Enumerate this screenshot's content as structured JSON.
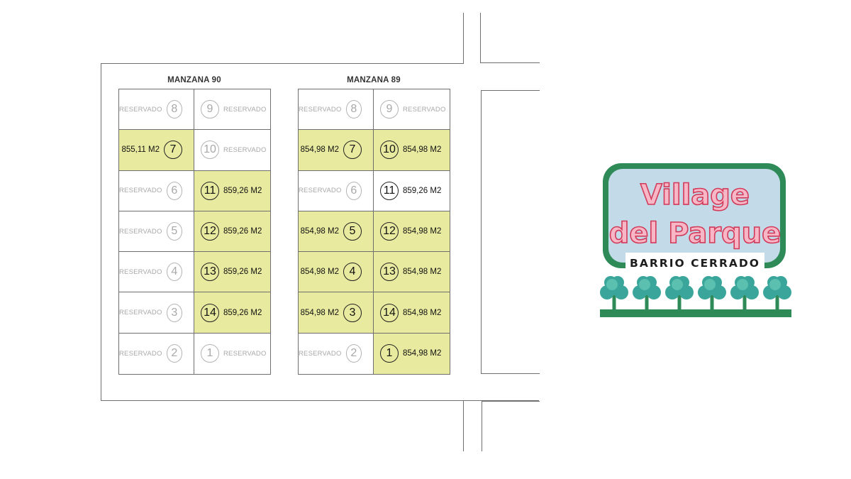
{
  "blocks": [
    {
      "title": "MANZANA 90",
      "rows": [
        [
          {
            "num": "8",
            "label": "RESERVADO",
            "status": "res"
          },
          {
            "num": "9",
            "label": "RESERVADO",
            "status": "res"
          }
        ],
        [
          {
            "num": "7",
            "label": "855,11 M2",
            "status": "avail"
          },
          {
            "num": "10",
            "label": "RESERVADO",
            "status": "res"
          }
        ],
        [
          {
            "num": "6",
            "label": "RESERVADO",
            "status": "res"
          },
          {
            "num": "11",
            "label": "859,26 M2",
            "status": "avail"
          }
        ],
        [
          {
            "num": "5",
            "label": "RESERVADO",
            "status": "res"
          },
          {
            "num": "12",
            "label": "859,26 M2",
            "status": "avail"
          }
        ],
        [
          {
            "num": "4",
            "label": "RESERVADO",
            "status": "res"
          },
          {
            "num": "13",
            "label": "859,26 M2",
            "status": "avail"
          }
        ],
        [
          {
            "num": "3",
            "label": "RESERVADO",
            "status": "res"
          },
          {
            "num": "14",
            "label": "859,26 M2",
            "status": "avail"
          }
        ],
        [
          {
            "num": "2",
            "label": "RESERVADO",
            "status": "res"
          },
          {
            "num": "1",
            "label": "RESERVADO",
            "status": "res"
          }
        ]
      ]
    },
    {
      "title": "MANZANA 89",
      "rows": [
        [
          {
            "num": "8",
            "label": "RESERVADO",
            "status": "res"
          },
          {
            "num": "9",
            "label": "RESERVADO",
            "status": "res"
          }
        ],
        [
          {
            "num": "7",
            "label": "854,98 M2",
            "status": "avail"
          },
          {
            "num": "10",
            "label": "854,98 M2",
            "status": "avail"
          }
        ],
        [
          {
            "num": "6",
            "label": "RESERVADO",
            "status": "res"
          },
          {
            "num": "11",
            "label": "859,26 M2",
            "status": "res-white"
          }
        ],
        [
          {
            "num": "5",
            "label": "854,98 M2",
            "status": "avail"
          },
          {
            "num": "12",
            "label": "854,98 M2",
            "status": "avail"
          }
        ],
        [
          {
            "num": "4",
            "label": "854,98 M2",
            "status": "avail"
          },
          {
            "num": "13",
            "label": "854,98 M2",
            "status": "avail"
          }
        ],
        [
          {
            "num": "3",
            "label": "854,98 M2",
            "status": "avail"
          },
          {
            "num": "14",
            "label": "854,98 M2",
            "status": "avail"
          }
        ],
        [
          {
            "num": "2",
            "label": "RESERVADO",
            "status": "res"
          },
          {
            "num": "1",
            "label": "854,98 M2",
            "status": "avail"
          }
        ]
      ]
    }
  ],
  "logo": {
    "line1": "Village",
    "line2": "del Parque",
    "subtitle": "BARRIO CERRADO",
    "colors": {
      "frame": "#2e8b57",
      "sky": "#c3dbe8",
      "text": "#f4a6b8",
      "text_stroke": "#d23a5a",
      "tree": "#3aa59a",
      "ground": "#2e8b57"
    }
  },
  "colors": {
    "available": "#e8ea9f",
    "reserved_text": "#a8a8a8",
    "line": "#6f6f6f"
  }
}
